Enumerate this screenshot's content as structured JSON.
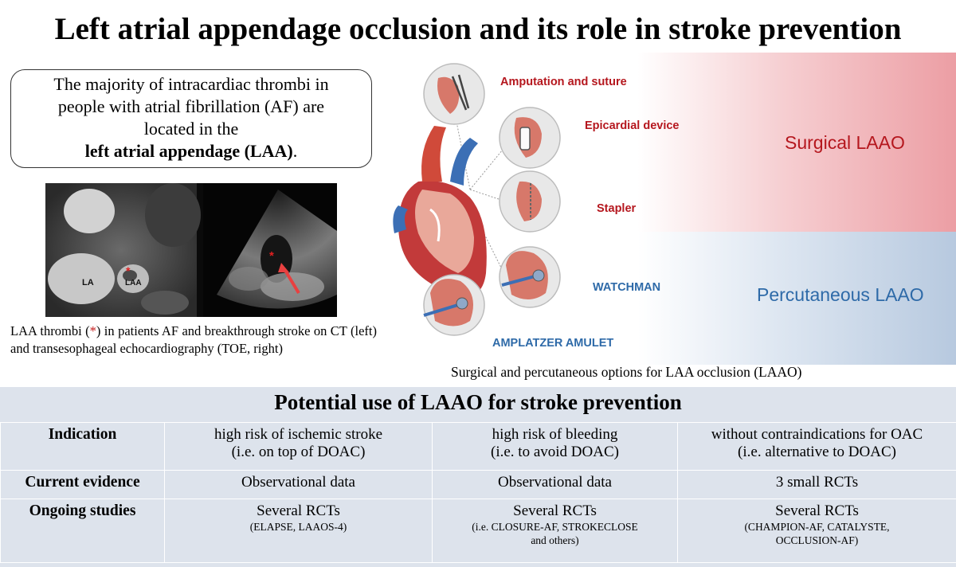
{
  "title": "Left atrial appendage occlusion and its role in stroke prevention",
  "callout": {
    "line1": "The majority of intracardiac thrombi in",
    "line2": "people with atrial fibrillation (AF) are",
    "line3": "located in the",
    "bold": "left atrial appendage (LAA)",
    "period": "."
  },
  "ct_image": {
    "label_la": "LA",
    "label_laa": "LAA",
    "asterisk": "*"
  },
  "caption_left": {
    "part1": "LAA thrombi (",
    "asterisk": "*",
    "part2": ") in patients AF and breakthrough stroke on CT (left) and transesophageal echocardiography (TOE, right)"
  },
  "bands": {
    "surgical": "Surgical LAAO",
    "percutaneous": "Percutaneous LAAO"
  },
  "options": {
    "amputation": "Amputation and suture",
    "epicardial": "Epicardial device",
    "stapler": "Stapler",
    "watchman": "WATCHMAN",
    "amulet": "AMPLATZER AMULET"
  },
  "caption_right": "Surgical  and percutaneous options for LAA occlusion (LAAO)",
  "table": {
    "title": "Potential use of LAAO for stroke prevention",
    "rows": [
      {
        "header": "Indication",
        "cells": [
          {
            "line1": "high risk of ischemic stroke",
            "line2": "(i.e. on top of DOAC)"
          },
          {
            "line1": "high risk of bleeding",
            "line2": "(i.e. to avoid DOAC)"
          },
          {
            "line1": "without contraindications for OAC",
            "line2": "(i.e. alternative to DOAC)"
          }
        ]
      },
      {
        "header": "Current evidence",
        "cells": [
          {
            "line1": "Observational data"
          },
          {
            "line1": "Observational data"
          },
          {
            "line1": "3 small RCTs"
          }
        ]
      },
      {
        "header": "Ongoing studies",
        "cells": [
          {
            "line1": "Several RCTs",
            "small1": "(ELAPSE, LAAOS-4)"
          },
          {
            "line1": "Several RCTs",
            "small1": "(i.e. CLOSURE-AF, STROKECLOSE",
            "small2": "and others)"
          },
          {
            "line1": "Several RCTs",
            "small1": "(CHAMPION-AF, CATALYSTE,",
            "small2": "OCCLUSION-AF)"
          }
        ]
      }
    ]
  },
  "colors": {
    "surgical_accent": "#b5171e",
    "percutaneous_accent": "#2e6aa8",
    "option_label_red": "#b5171e",
    "option_label_blue": "#2e6aa8",
    "table_background": "#dde3ec"
  }
}
